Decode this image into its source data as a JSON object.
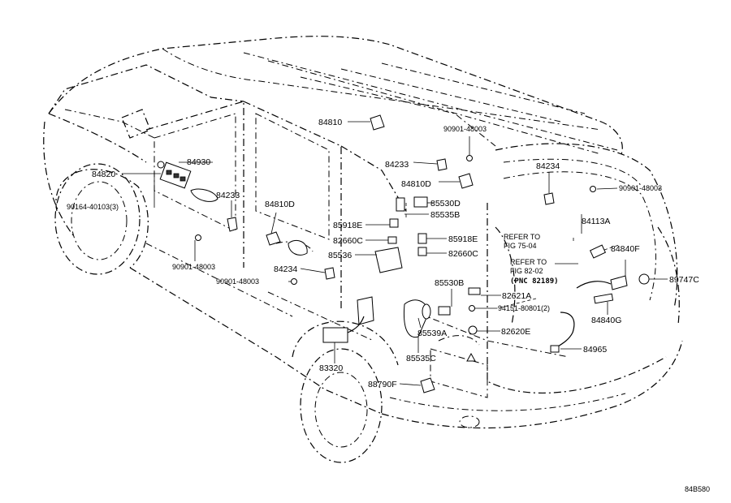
{
  "labels": {
    "p84810_top": "84810",
    "p90901_top": "90901-48003",
    "p84233_top": "84233",
    "p84810D_top": "84810D",
    "p84234_right": "84234",
    "p90901_right": "90901-48003",
    "p84930": "84930",
    "p84820": "84820",
    "p90164": "90164-40103(3)",
    "p84233_left": "84233",
    "p84810D_left": "84810D",
    "p85530D": "85530D",
    "p85535B": "85535B",
    "p85918E_1": "85918E",
    "p85918E_2": "85918E",
    "p82660C_1": "82660C",
    "p82660C_2": "82660C",
    "p85536": "85536",
    "p90901_left": "90901-48003",
    "p84234_left": "84234",
    "p90901_mid": "90901-48003",
    "p85530B": "85530B",
    "p82621A": "82621A",
    "p94151": "94151-80801(2)",
    "p85539A": "85539A",
    "p82620E": "82620E",
    "p85535C": "85535C",
    "p83320": "83320",
    "p88790F": "88790F",
    "p84113A": "84113A",
    "p84840F": "84840F",
    "p89747C": "89747C",
    "p84840G": "84840G",
    "p84965": "84965",
    "refer1_a": "REFER TO",
    "refer1_b": "FIG 75-04",
    "refer2_a": "REFER TO",
    "refer2_b": "FIG 82-02",
    "refer2_c": "(PNC 82189)",
    "diagram_code": "84B580"
  }
}
